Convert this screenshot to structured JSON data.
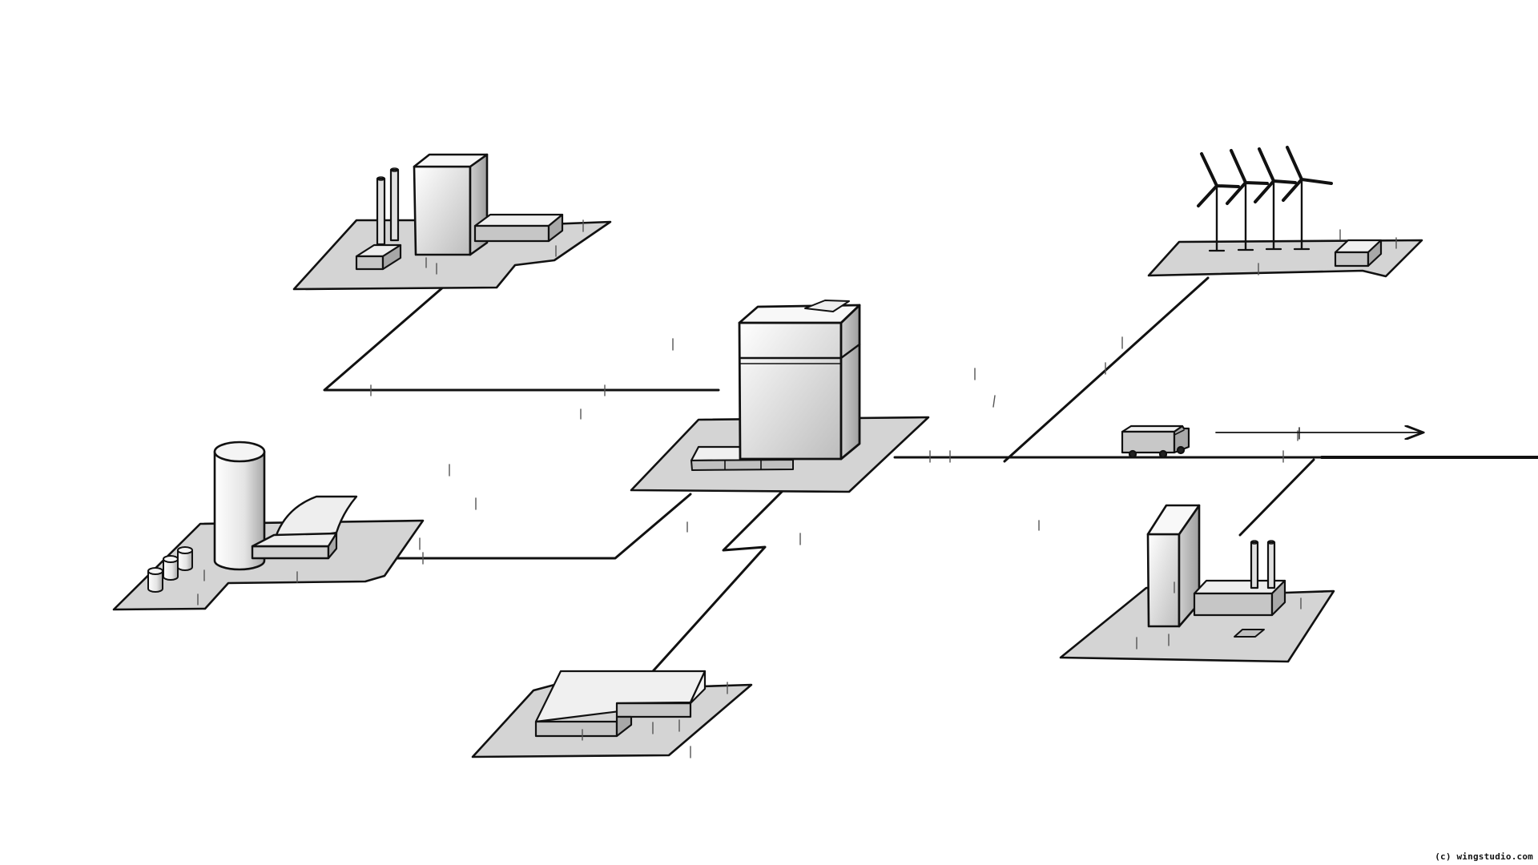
{
  "copyright": "(c) wingstudio.com",
  "colors": {
    "background": "#ffffff",
    "ink": "#111111",
    "plot_fill": "#d4d4d4",
    "building_light": "#f6f6f6",
    "building_shade": "#c8c8c8"
  },
  "sites": [
    {
      "id": "hub",
      "icon": "central-office-building-icon"
    },
    {
      "id": "factory-top-left",
      "icon": "factory-with-chimneys-icon"
    },
    {
      "id": "tank-plant-left",
      "icon": "storage-tank-plant-icon"
    },
    {
      "id": "warehouse-bottom",
      "icon": "low-warehouse-icon"
    },
    {
      "id": "wind-farm-top-right",
      "icon": "wind-turbines-icon"
    },
    {
      "id": "factory-bottom-right",
      "icon": "factory-with-chimneys-icon"
    }
  ],
  "connections": [
    {
      "from": "factory-top-left",
      "to": "hub"
    },
    {
      "from": "tank-plant-left",
      "to": "hub"
    },
    {
      "from": "warehouse-bottom",
      "to": "hub"
    },
    {
      "from": "wind-farm-top-right",
      "to": "hub"
    },
    {
      "from": "factory-bottom-right",
      "to": "hub"
    }
  ],
  "vehicle": {
    "icon": "delivery-truck-icon",
    "direction": "right"
  }
}
